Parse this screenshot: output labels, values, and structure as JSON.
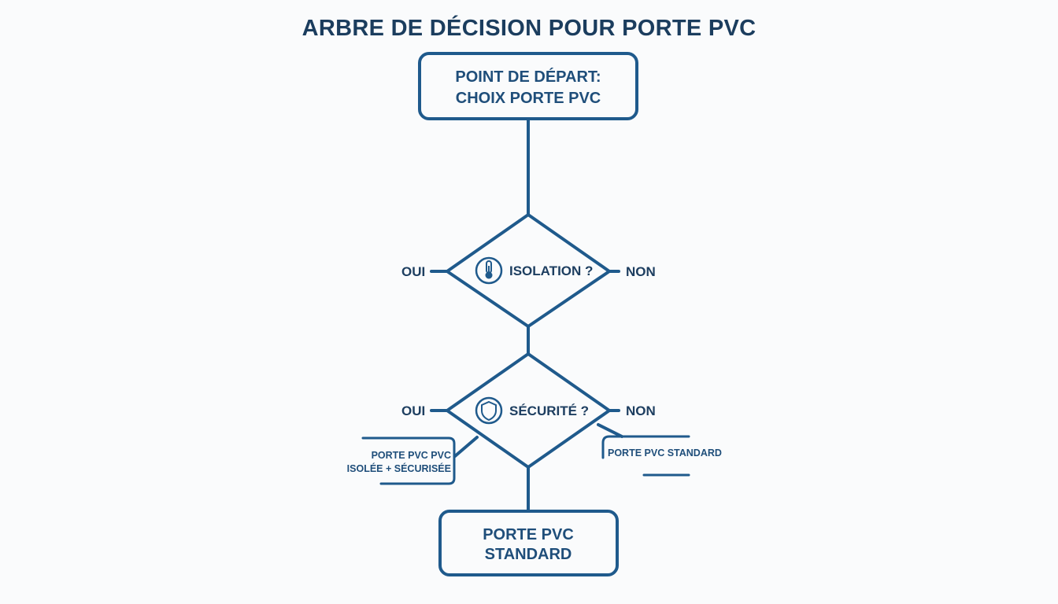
{
  "title": "ARBRE DE DÉCISION POUR PORTE PVC",
  "colors": {
    "stroke": "#1f5a8c",
    "text": "#1f4e7a",
    "background": "#fafbfc"
  },
  "start_node": {
    "line1": "POINT DE DÉPART:",
    "line2": "CHOIX PORTE PVC"
  },
  "decisions": [
    {
      "question": "ISOLATION ?",
      "icon": "thermometer-icon",
      "yes_label": "OUI",
      "no_label": "NON"
    },
    {
      "question": "SÉCURITÉ ?",
      "icon": "shield-icon",
      "yes_label": "OUI",
      "no_label": "NON"
    }
  ],
  "outcomes": {
    "left": {
      "line1": "PORTE PVC PVC",
      "line2": "ISOLÉE + SÉCURISÉE"
    },
    "right": {
      "text": "PORTE PVC STANDARD"
    },
    "bottom": {
      "line1": "PORTE PVC",
      "line2": "STANDARD"
    }
  }
}
